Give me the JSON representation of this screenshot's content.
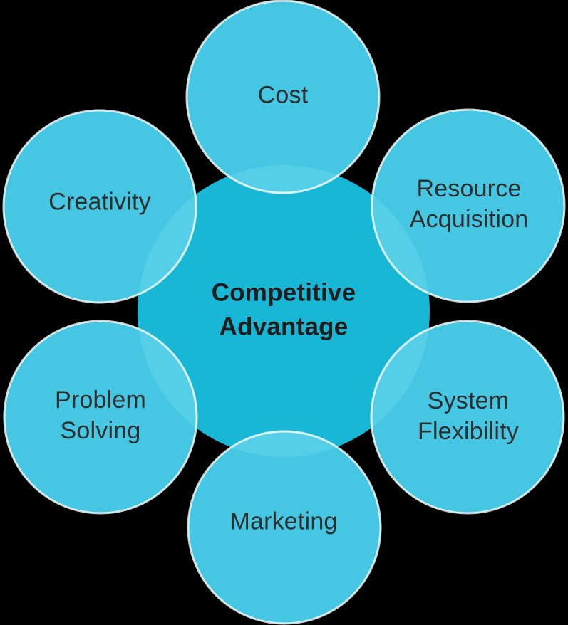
{
  "diagram": {
    "type": "radial-cycle",
    "title": "Competitive Advantage",
    "center": {
      "id": "competitive-advantage",
      "label": "Competitive\nAdvantage"
    },
    "nodes": [
      {
        "id": "cost",
        "label": "Cost"
      },
      {
        "id": "resource-acquisition",
        "label": "Resource\nAcquisition"
      },
      {
        "id": "system-flexibility",
        "label": "System\nFlexibility"
      },
      {
        "id": "marketing",
        "label": "Marketing"
      },
      {
        "id": "problem-solving",
        "label": "Problem\nSolving"
      },
      {
        "id": "creativity",
        "label": "Creativity"
      }
    ],
    "colors": {
      "background": "#000000",
      "center_fill": "#17B7D5",
      "outer_fill": "#45C7E3",
      "overlap_fill": "#55CEE8",
      "circle_stroke": "#FFFFFF",
      "label_text": "#2E2E2E",
      "title_text": "#1D1D1D"
    }
  }
}
